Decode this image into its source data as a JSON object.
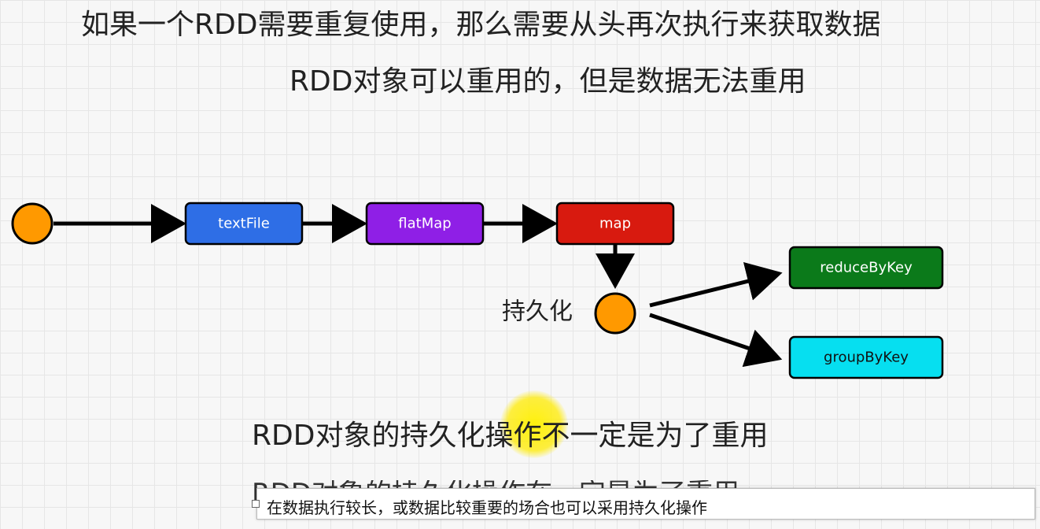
{
  "headings": {
    "line1": "如果一个RDD需要重复使用，那么需要从头再次执行来获取数据",
    "line2": "RDD对象可以重用的，但是数据无法重用",
    "line3": "RDD对象的持久化操作不一定是为了重用",
    "line4": "RDD对象的持久化操作在一定是为了重用"
  },
  "diagram": {
    "nodes": {
      "textfile": {
        "label": "textFile",
        "color": "#2e6ee6"
      },
      "flatmap": {
        "label": "flatMap",
        "color": "#8f1fe6"
      },
      "map": {
        "label": "map",
        "color": "#d81a0f"
      },
      "reducebykey": {
        "label": "reduceByKey",
        "color": "#0b7a1a"
      },
      "groupbykey": {
        "label": "groupByKey",
        "color": "#06dff0"
      }
    },
    "persist_label": "持久化",
    "circle_color": "#ff9900"
  },
  "subtitle": {
    "text": "在数据执行较长，或数据比较重要的场合也可以采用持久化操作"
  }
}
